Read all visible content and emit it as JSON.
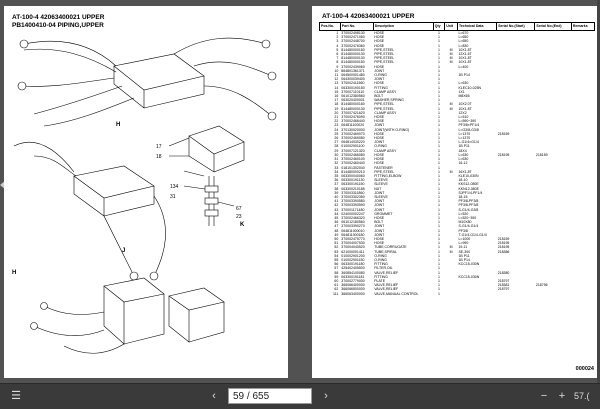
{
  "left_page": {
    "title_line1": "AT-100-4 42063400021 UPPER",
    "title_line2": "PB1400410-04 PIPING,UPPER",
    "callouts": [
      "17",
      "18",
      "134",
      "31",
      "67",
      "23",
      "H",
      "K",
      "J",
      "H"
    ]
  },
  "right_page": {
    "title": "AT-100-4 42063400021 UPPER",
    "columns": [
      "Pos.No.",
      "Part No.",
      "Description",
      "Qty",
      "Unit",
      "Technical Data",
      "Serial No.(Start)",
      "Serial No.(End)",
      "Remarks"
    ],
    "rows": [
      [
        "1",
        "370002498130",
        "HOSE",
        "1",
        "",
        "L=670",
        "",
        "",
        ""
      ],
      [
        "2",
        "370002471060",
        "HOSE",
        "1",
        "",
        "L=650",
        "",
        "",
        ""
      ],
      [
        "3",
        "370002448700",
        "HOSE",
        "1",
        "",
        "L=650",
        "",
        "",
        ""
      ],
      [
        "4",
        "370002476360",
        "HOSE",
        "1",
        "",
        "L=830",
        "",
        "",
        ""
      ],
      [
        "5",
        "814480000150",
        "PIPE,STEEL",
        "1",
        "M",
        "10X1.8T",
        "",
        "",
        ""
      ],
      [
        "6",
        "814480000130",
        "PIPE,STEEL",
        "1",
        "M",
        "12X1.6T",
        "",
        "",
        ""
      ],
      [
        "7",
        "814480000130",
        "PIPE,STEEL",
        "1",
        "M",
        "10X1.8T",
        "",
        "",
        ""
      ],
      [
        "8",
        "814480000150",
        "PIPE,STEEL",
        "1",
        "M",
        "10X1.8T",
        "",
        "",
        ""
      ],
      [
        "9",
        "370002439060",
        "HOSE",
        "1",
        "",
        "L=400",
        "",
        "",
        ""
      ],
      [
        "10",
        "864801361371",
        "JOINT",
        "1",
        "",
        "",
        "",
        "",
        ""
      ],
      [
        "11",
        "064500001480",
        "O-RING",
        "1",
        "",
        "1B P14",
        "",
        "",
        ""
      ],
      [
        "12",
        "064300039400",
        "JOINT",
        "1",
        "",
        "",
        "",
        "",
        ""
      ],
      [
        "13",
        "370002411560",
        "HOSE",
        "1",
        "",
        "L=630",
        "",
        "",
        ""
      ],
      [
        "14",
        "063300190150",
        "FITTING",
        "1",
        "",
        "KLEC10-025N",
        "",
        "",
        ""
      ],
      [
        "15",
        "370007110110",
        "CLAMP ASSY",
        "1",
        "",
        "1X1",
        "",
        "",
        ""
      ],
      [
        "16",
        "061012380560",
        "BOLT",
        "1",
        "",
        "M8X65",
        "",
        "",
        ""
      ],
      [
        "17",
        "063020400001",
        "WASHER,SPRING",
        "1",
        "",
        "",
        "",
        "",
        ""
      ],
      [
        "18",
        "814480000160",
        "PIPE,STEEL",
        "1",
        "M",
        "10X2.0T",
        "",
        "",
        ""
      ],
      [
        "19",
        "814480000130",
        "PIPE,STEEL",
        "1",
        "M",
        "10X1.8T",
        "",
        "",
        ""
      ],
      [
        "20",
        "370007421620",
        "CLAMP ASSY",
        "1",
        "",
        "12X2",
        "",
        "",
        ""
      ],
      [
        "21",
        "370002476090",
        "HOSE",
        "1",
        "",
        "L=510",
        "",
        "",
        ""
      ],
      [
        "22",
        "370002466440",
        "HOSE",
        "1",
        "",
        "L=590~390",
        "",
        "",
        ""
      ],
      [
        "23",
        "064811100020",
        "JOINT",
        "1",
        "",
        "PF3/8×PF1/4",
        "",
        "",
        ""
      ],
      [
        "24",
        "370130020000",
        "JOINT(WITH O-RING)",
        "1",
        "",
        "L=G3/8-G3/8",
        "",
        "",
        ""
      ],
      [
        "25",
        "370002469070",
        "HOSE",
        "1",
        "",
        "L=1370",
        "218159",
        "",
        ""
      ],
      [
        "26",
        "370002469080",
        "HOSE",
        "1",
        "",
        "L=1370",
        "",
        "",
        ""
      ],
      [
        "27",
        "064814030220",
        "JOINT",
        "1",
        "",
        "L-G1/4×G1/4",
        "",
        "",
        ""
      ],
      [
        "28",
        "010002901100",
        "O-RING",
        "1",
        "",
        "1B P11",
        "",
        "",
        ""
      ],
      [
        "29",
        "370007121320",
        "CLAMP ASSY",
        "1",
        "",
        "18X4",
        "",
        "",
        ""
      ],
      [
        "30",
        "370002466080",
        "HOSE",
        "1",
        "",
        "L=630",
        "218195",
        "218159",
        ""
      ],
      [
        "31",
        "370002460100",
        "HOSE",
        "1",
        "",
        "L=630",
        "",
        "",
        ""
      ],
      [
        "32",
        "370002460440",
        "HOSE",
        "1",
        "",
        "16-12",
        "",
        "",
        ""
      ],
      [
        "33",
        "018101302040",
        "FASTENER",
        "1",
        "",
        "",
        "",
        "",
        ""
      ],
      [
        "34",
        "814480000210",
        "PIPE,STEEL",
        "1",
        "M",
        "16X1.8T",
        "",
        "",
        ""
      ],
      [
        "35",
        "063300040060",
        "FITTING,ELBOW",
        "1",
        "",
        "KLE10-030N",
        "",
        "",
        ""
      ],
      [
        "36",
        "063300191130",
        "SLEEVE",
        "1",
        "",
        "18-10",
        "",
        "",
        ""
      ],
      [
        "37",
        "063300191150",
        "SLEEVE",
        "1",
        "",
        "KKS12-080E",
        "",
        "",
        ""
      ],
      [
        "38",
        "063300210185",
        "NUT",
        "1",
        "",
        "KKN12-080E",
        "",
        "",
        ""
      ],
      [
        "39",
        "370003311860",
        "JOINT",
        "1",
        "",
        "SJPF1/4-PF1/4",
        "",
        "",
        ""
      ],
      [
        "40",
        "370003302350",
        "SLEEVE",
        "1",
        "",
        "18-15",
        "",
        "",
        ""
      ],
      [
        "41",
        "370003390580",
        "JOINT",
        "1",
        "",
        "PF3/8-PF3/8",
        "",
        "",
        ""
      ],
      [
        "42",
        "370003390590",
        "JOINT",
        "1",
        "",
        "PF3/8-PF3/8",
        "",
        "",
        ""
      ],
      [
        "43",
        "370001171480",
        "JOINT",
        "1",
        "",
        "S-G1/4-G3/8",
        "",
        "",
        ""
      ],
      [
        "44",
        "024000002247",
        "GROMMET",
        "1",
        "",
        "L=520",
        "",
        "",
        ""
      ],
      [
        "45",
        "370002466320",
        "HOSE",
        "1",
        "",
        "L=520~390",
        "",
        "",
        ""
      ],
      [
        "46",
        "061012180560",
        "BOLT",
        "1",
        "",
        "M10X80",
        "",
        "",
        ""
      ],
      [
        "47",
        "370003390270",
        "JOINT",
        "1",
        "",
        "S-G1/4-G1/4",
        "",
        "",
        ""
      ],
      [
        "48",
        "064811000010",
        "JOINT",
        "1",
        "",
        "PF3/8",
        "",
        "",
        ""
      ],
      [
        "49",
        "064811000180",
        "JOINT",
        "1",
        "",
        "T-G1/4-G1/4-G1/4",
        "",
        "",
        ""
      ],
      [
        "50",
        "370002475770",
        "HOSE",
        "1",
        "",
        "L=1000",
        "218159",
        "",
        ""
      ],
      [
        "51",
        "370004007530",
        "HOSE",
        "1",
        "",
        "L=990",
        "218195",
        "",
        ""
      ],
      [
        "52",
        "370004040520",
        "TUBE,CORRUGATE",
        "1",
        "M",
        "19-11",
        "218195",
        "",
        ""
      ],
      [
        "53",
        "621000001411",
        "TUBE,SPIRAL",
        "1",
        "M",
        "SE-300",
        "218386",
        "",
        ""
      ],
      [
        "54",
        "010002901200",
        "O-RING",
        "1",
        "",
        "1B P11",
        "",
        "",
        ""
      ],
      [
        "55",
        "010002901150",
        "O-RING",
        "1",
        "",
        "1B P14",
        "",
        "",
        ""
      ],
      [
        "56",
        "063300191180",
        "FITTING",
        "1",
        "",
        "KCC15-030N",
        "",
        "",
        ""
      ],
      [
        "57",
        "425402405500",
        "FILTER,OIL",
        "1",
        "",
        "",
        "",
        "",
        ""
      ],
      [
        "58",
        "360854100080",
        "VALVE,RELIEF",
        "1",
        "",
        "",
        "218380",
        "",
        ""
      ],
      [
        "59",
        "063300191181",
        "FITTING",
        "1",
        "",
        "KCC15-030N",
        "",
        "",
        ""
      ],
      [
        "60",
        "370002779000",
        "PLATE",
        "1",
        "",
        "",
        "218797",
        "",
        ""
      ],
      [
        "61",
        "366066400000",
        "VALVE,RELIEF",
        "1",
        "",
        "",
        "218381",
        "218796",
        ""
      ],
      [
        "62",
        "366066500000",
        "VALVE,RELIEF",
        "1",
        "",
        "",
        "218797",
        "",
        ""
      ],
      [
        "111",
        "366063400000",
        "VALVE,MANUAL CONTROL",
        "1",
        "",
        "",
        "",
        "",
        ""
      ]
    ],
    "page_code": "000024"
  },
  "toolbar": {
    "page_value": "59 / 655",
    "zoom_text": "57.(",
    "icons": [
      "sidebar-icon",
      "zoom-out-icon",
      "zoom-in-icon"
    ]
  }
}
